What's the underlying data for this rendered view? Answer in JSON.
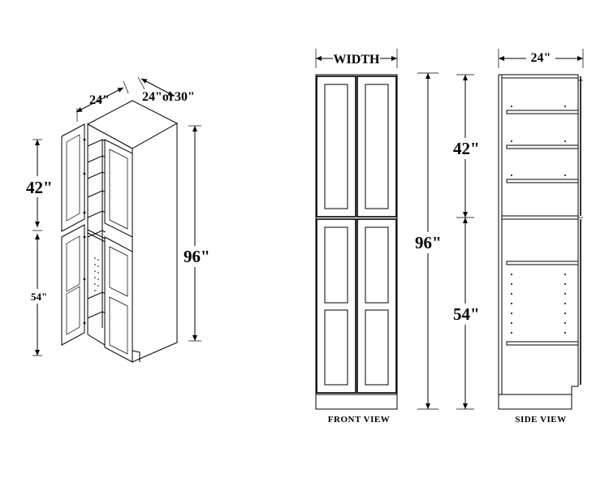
{
  "iso_view": {
    "width_label": "24\"",
    "depth_label": "24\"or30\"",
    "upper_label": "42\"",
    "lower_label": "54\"",
    "height_label": "96\""
  },
  "front_view": {
    "width_label": "WIDTH",
    "height_label": "96\"",
    "caption": "FRONT VIEW"
  },
  "side_view": {
    "depth_label": "24\"",
    "upper_label": "42\"",
    "lower_label": "54\"",
    "caption": "SIDE VIEW"
  }
}
